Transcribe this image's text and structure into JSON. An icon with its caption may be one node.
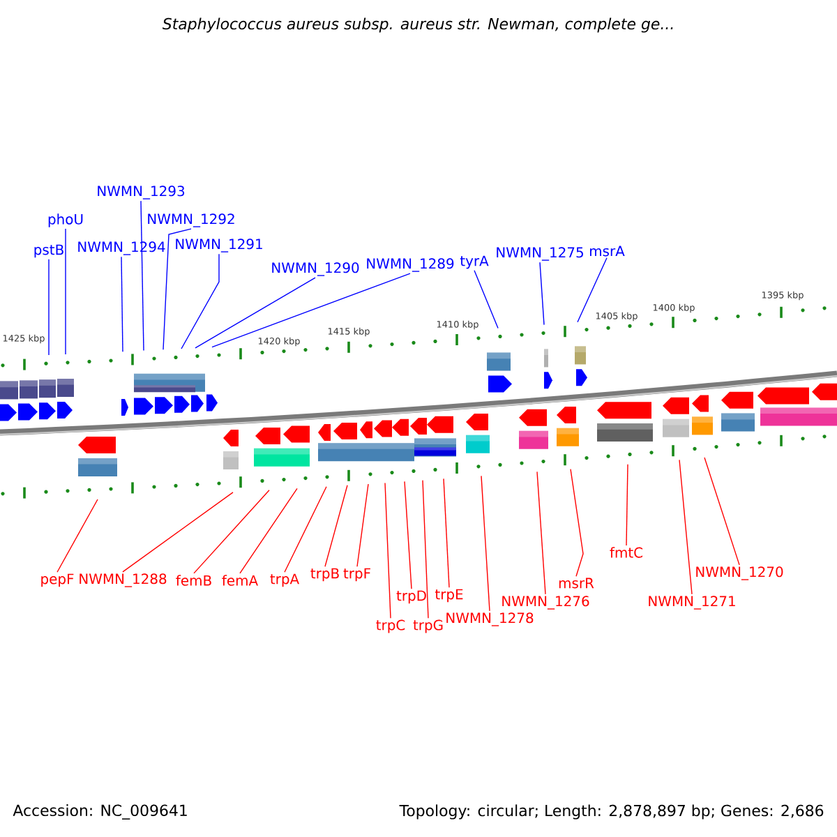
{
  "diagram": {
    "title": "Staphylococcus aureus subsp. aureus str. Newman, complete ge...",
    "nodes": [
      {
        "text": [
          "pstB"
        ]
      },
      {
        "text": [
          "phoU"
        ]
      },
      {
        "text": [
          "NWMN_1294"
        ]
      },
      {
        "text": [
          "NWMN_1293"
        ]
      },
      {
        "text": [
          "NWMN_1292"
        ]
      },
      {
        "text": [
          "NWMN_1291"
        ]
      },
      {
        "text": [
          "NWMN_1290"
        ]
      },
      {
        "text": [
          "NWMN_1289"
        ]
      },
      {
        "text": [
          "tyrA"
        ]
      },
      {
        "text": [
          "NWMN_1275"
        ]
      },
      {
        "text": [
          "msrA"
        ]
      },
      {
        "text": [
          "pepF"
        ]
      },
      {
        "text": [
          "NWMN_1288"
        ]
      },
      {
        "text": [
          "femB"
        ]
      },
      {
        "text": [
          "femA"
        ]
      },
      {
        "text": [
          "trpA"
        ]
      },
      {
        "text": [
          "trpB"
        ]
      },
      {
        "text": [
          "trpF"
        ]
      },
      {
        "text": [
          "trpC"
        ]
      },
      {
        "text": [
          "trpD"
        ]
      },
      {
        "text": [
          "trpG"
        ]
      },
      {
        "text": [
          "trpE"
        ]
      },
      {
        "text": [
          "NWMN_1278"
        ]
      },
      {
        "text": [
          "NWMN_1276"
        ]
      },
      {
        "text": [
          "msrR"
        ]
      },
      {
        "text": [
          "fmtC"
        ]
      },
      {
        "text": [
          "NWMN_1271"
        ]
      },
      {
        "text": [
          "NWMN_1270"
        ]
      }
    ],
    "edges": [
      {
        "from": 0,
        "to": null,
        "arrow": "none",
        "color": "#0000ff"
      },
      {
        "from": 1,
        "to": null,
        "arrow": "none",
        "color": "#0000ff"
      },
      {
        "from": 2,
        "to": null,
        "arrow": "none",
        "color": "#0000ff"
      },
      {
        "from": 3,
        "to": null,
        "arrow": "none",
        "color": "#0000ff"
      },
      {
        "from": 4,
        "to": null,
        "arrow": "none",
        "color": "#0000ff"
      },
      {
        "from": 5,
        "to": null,
        "arrow": "none",
        "color": "#0000ff"
      },
      {
        "from": 6,
        "to": null,
        "arrow": "none",
        "color": "#0000ff"
      },
      {
        "from": 7,
        "to": null,
        "arrow": "none",
        "color": "#0000ff"
      },
      {
        "from": 8,
        "to": null,
        "arrow": "none",
        "color": "#0000ff"
      },
      {
        "from": 9,
        "to": null,
        "arrow": "none",
        "color": "#0000ff"
      },
      {
        "from": 10,
        "to": null,
        "arrow": "none",
        "color": "#0000ff"
      },
      {
        "from": 11,
        "to": null,
        "arrow": "none"
      },
      {
        "from": 12,
        "to": null,
        "arrow": "none"
      },
      {
        "from": 13,
        "to": null,
        "arrow": "none"
      },
      {
        "from": 14,
        "to": null,
        "arrow": "none"
      },
      {
        "from": 15,
        "to": null,
        "arrow": "none"
      },
      {
        "from": 16,
        "to": null,
        "arrow": "none"
      },
      {
        "from": 17,
        "to": null,
        "arrow": "none"
      },
      {
        "from": 18,
        "to": null,
        "arrow": "none"
      },
      {
        "from": 19,
        "to": null,
        "arrow": "none"
      },
      {
        "from": 20,
        "to": null,
        "arrow": "none"
      },
      {
        "from": 21,
        "to": null,
        "arrow": "none"
      },
      {
        "from": 22,
        "to": null,
        "arrow": "none"
      },
      {
        "from": 23,
        "to": null,
        "arrow": "none"
      },
      {
        "from": 24,
        "to": null,
        "arrow": "none"
      },
      {
        "from": 25,
        "to": null,
        "arrow": "none"
      },
      {
        "from": 26,
        "to": null,
        "arrow": "none"
      },
      {
        "from": 27,
        "to": null,
        "arrow": "none"
      }
    ],
    "labels": [
      "1425 kbp",
      "1420 kbp",
      "1415 kbp",
      "1410 kbp",
      "1405 kbp",
      "1400 kbp",
      "1395 kbp",
      "Accession: NC_009641",
      "Topology: circular; Length: 2,878,897 bp; Genes: 2,686"
    ]
  }
}
